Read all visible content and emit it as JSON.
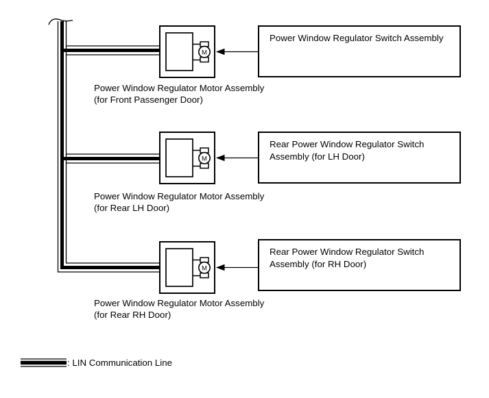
{
  "colors": {
    "line": "#000000",
    "text": "#000000",
    "background": "#ffffff"
  },
  "motor_symbol_letter": "M",
  "motors": [
    {
      "label_line1": "Power Window Regulator Motor Assembly",
      "label_line2": "(for Front Passenger Door)"
    },
    {
      "label_line1": "Power Window Regulator Motor Assembly",
      "label_line2": "(for Rear LH Door)"
    },
    {
      "label_line1": "Power Window Regulator Motor Assembly",
      "label_line2": "(for Rear RH Door)"
    }
  ],
  "switches": [
    {
      "label": "Power Window Regulator Switch Assembly"
    },
    {
      "label": "Rear Power Window Regulator Switch\nAssembly (for LH Door)"
    },
    {
      "label": "Rear Power Window Regulator Switch\nAssembly (for RH Door)"
    }
  ],
  "legend": {
    "label": ": LIN Communication Line"
  }
}
